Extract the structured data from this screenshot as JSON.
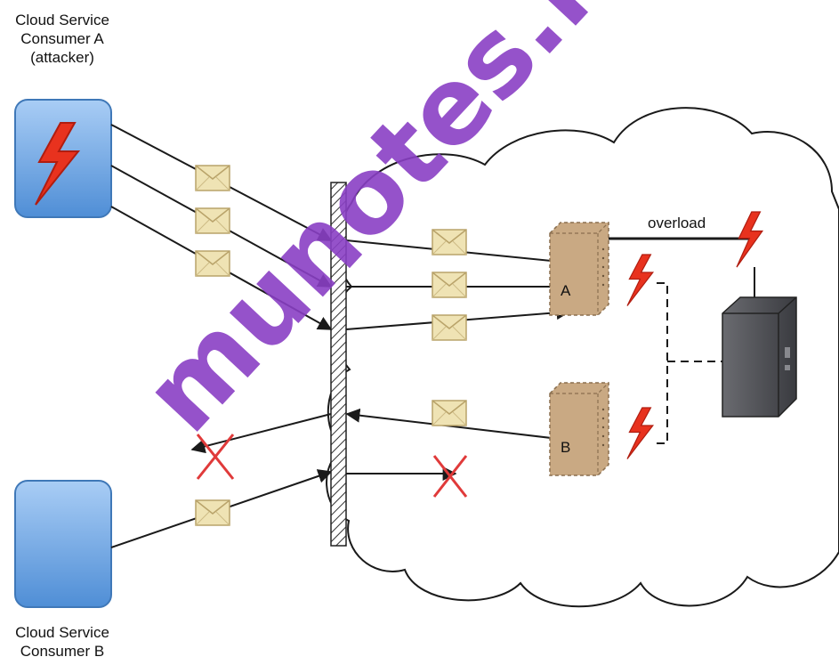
{
  "consumer_a": {
    "label_line1": "Cloud Service",
    "label_line2": "Consumer A",
    "label_line3": "(attacker)"
  },
  "consumer_b": {
    "label_line1": "Cloud Service",
    "label_line2": "Consumer B"
  },
  "servers": {
    "a_label": "A",
    "b_label": "B"
  },
  "overload_label": "overload",
  "watermark": "munotes.in",
  "colors": {
    "consumer_blue": "#6fa6e2",
    "lightning": "#e8321e",
    "envelope": "#efe3b4",
    "server_tan": "#c9a983",
    "physical_server": "#4c4d52",
    "watermark": "#8a3fc4",
    "blocked_x": "#e03a3a"
  }
}
